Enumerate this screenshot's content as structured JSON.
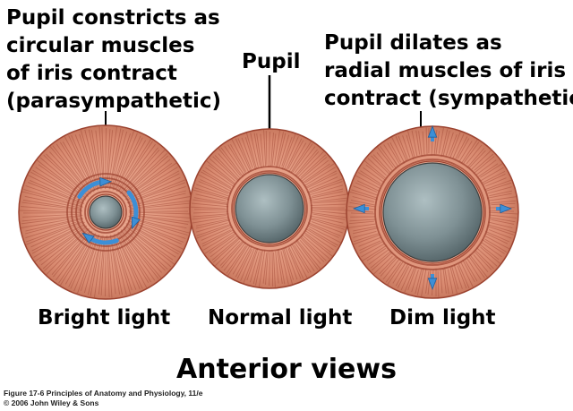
{
  "captions": {
    "left": [
      "Pupil constricts as",
      "circular muscles",
      "of iris contract",
      "(parasympathetic)"
    ],
    "center": "Pupil",
    "right": [
      "Pupil dilates as",
      "radial muscles of iris",
      "contract (sympathetic)"
    ]
  },
  "states": {
    "bright": "Bright light",
    "normal": "Normal light",
    "dim": "Dim light"
  },
  "view_title": "Anterior views",
  "credit": [
    "Figure 17-6  Principles of Anatomy and Physiology, 11/e",
    "© 2006 John Wiley & Sons"
  ],
  "colors": {
    "iris": "#dc8f76",
    "iris_dark": "#9c4330",
    "pupil": "#7f9195",
    "arrow": "#3d8fd6"
  }
}
